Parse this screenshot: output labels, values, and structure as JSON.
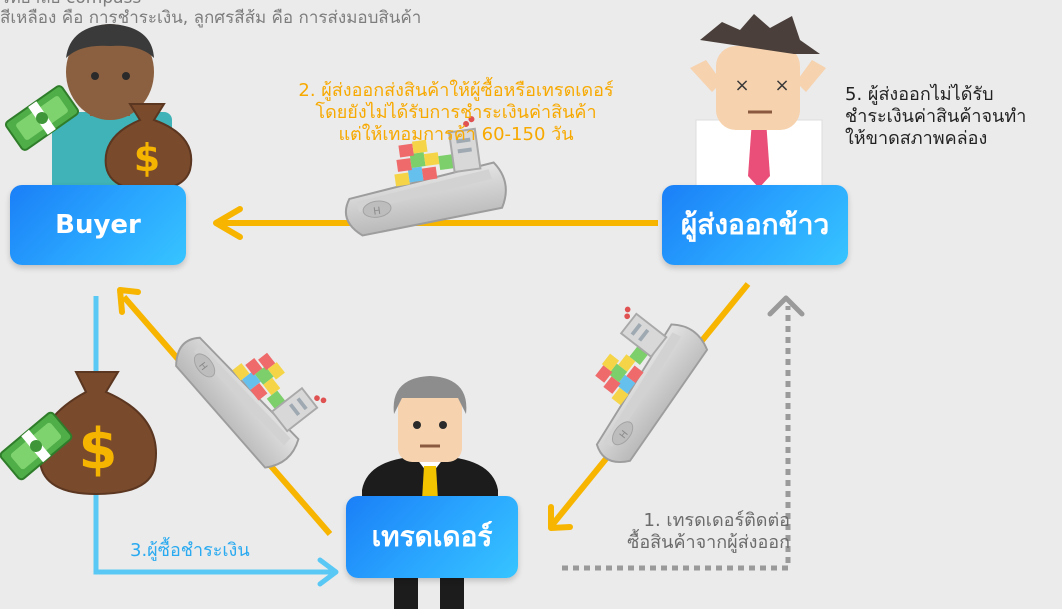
{
  "legend": {
    "line1": "วิทยาลัย compass",
    "line2": "สีเหลือง คือ การชำระเงิน, ลูกศรสีส้ม คือ การส่งมอบสินค้า"
  },
  "nodes": {
    "buyer": "Buyer",
    "exporter": "ผู้ส่งออกข้าว",
    "trader": "เทรดเดอร์"
  },
  "steps": {
    "step1": [
      "1. เทรดเดอร์ติดต่อ",
      "ซื้อสินค้าจากผู้ส่งออก"
    ],
    "step2": [
      "2. ผู้ส่งออกส่งสินค้าให้ผู้ซื้อหรือเทรดเดอร์",
      "โดยยังไม่ได้รับการชำระเงินค่าสินค้า",
      "แต่ให้เทอมการค้า 60-150 วัน"
    ],
    "step3": "3.ผู้ซื้อชำระเงิน",
    "step5": [
      "5. ผู้ส่งออกไม่ได้รับ",
      "ชำระเงินค่าสินค้าจนทำ",
      "ให้ขาดสภาพคล่อง"
    ]
  },
  "money_symbol": "$",
  "colors": {
    "goods_arrow": "#f7b500",
    "payment_arrow": "#5ac8f5",
    "contact_arrow": "#9a9a9a",
    "node_gradient_start": "#1a7ff7",
    "node_gradient_end": "#37c4ff"
  },
  "icons": [
    "buyer-person-icon",
    "money-bag-icon",
    "cash-bundle-icon",
    "exporter-person-icon",
    "trader-person-icon",
    "cargo-ship-icon"
  ]
}
